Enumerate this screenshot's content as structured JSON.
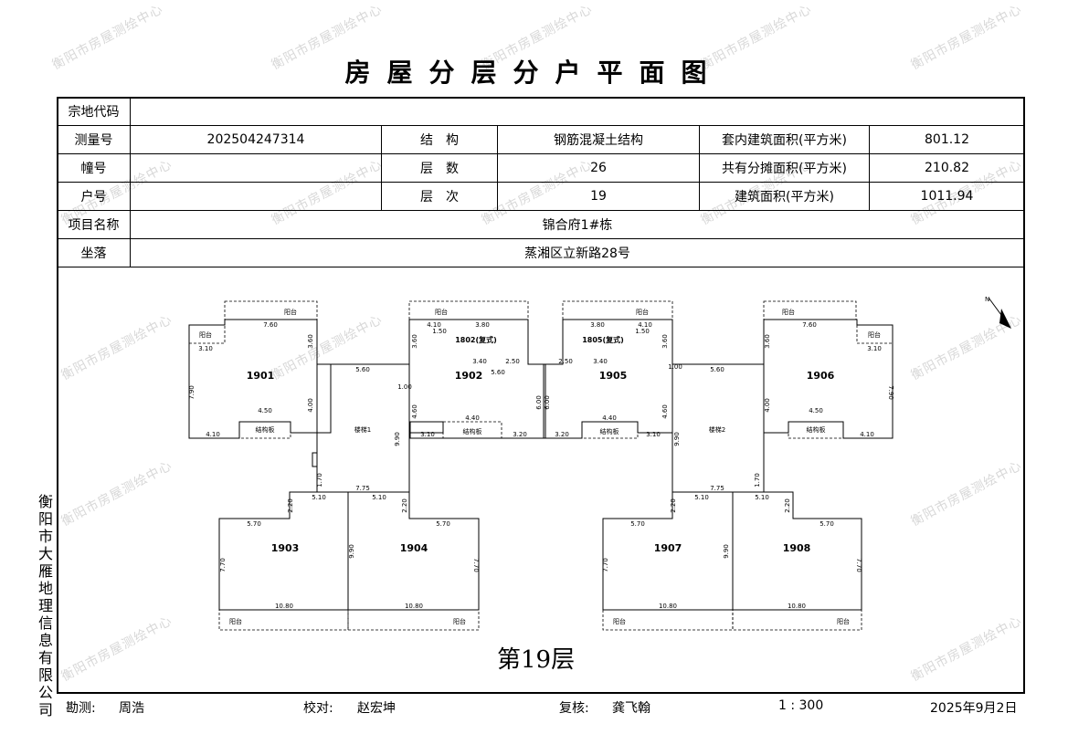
{
  "watermark": "衡阳市房屋测绘中心",
  "title": "房屋分层分户平面图",
  "info": {
    "parcel_code_label": "宗地代码",
    "parcel_code_value": "",
    "survey_no_label": "测量号",
    "survey_no_value": "202504247314",
    "structure_label": "结　构",
    "structure_value": "钢筋混凝土结构",
    "inner_area_label": "套内建筑面积(平方米)",
    "inner_area_value": "801.12",
    "building_no_label": "幢号",
    "building_no_value": "",
    "floors_label": "层　数",
    "floors_value": "26",
    "shared_area_label": "共有分摊面积(平方米)",
    "shared_area_value": "210.82",
    "unit_no_label": "户号",
    "unit_no_value": "",
    "floor_label": "层　次",
    "floor_value": "19",
    "building_area_label": "建筑面积(平方米)",
    "building_area_value": "1011.94",
    "project_label": "项目名称",
    "project_value": "锦合府1#栋",
    "location_label": "坐落",
    "location_value": "蒸湘区立新路28号"
  },
  "company": "衡阳市大雁地理信息有限公司",
  "plan": {
    "units": [
      "1901",
      "1902",
      "1903",
      "1904",
      "1905",
      "1906",
      "1907",
      "1908"
    ],
    "stair_left": "楼梯1",
    "stair_right": "楼梯2",
    "duplex_left": "1802(复式)",
    "duplex_right": "1805(复式)",
    "structure_panel": "结构板",
    "balcony": "阳台",
    "dims": {
      "d760": "7.60",
      "d310": "3.10",
      "d790": "7.90",
      "d450": "4.50",
      "d410": "4.10",
      "d560": "5.60",
      "d775": "7.75",
      "d510": "5.10",
      "d570": "5.70",
      "d770": "7.70",
      "d990": "9.90",
      "d1080": "10.80",
      "d380": "3.80",
      "d340": "3.40",
      "d440": "4.40",
      "d320": "3.20",
      "d600": "6.00",
      "d250": "2.50",
      "d150": "1.50",
      "d100": "1.00",
      "d360": "3.60",
      "d460": "4.60",
      "d400": "4.00",
      "d220": "2.20",
      "d170": "1.70"
    }
  },
  "floor_title": "第19层",
  "footer": {
    "surveyor_label": "勘测:",
    "surveyor": "周浩",
    "checker_label": "校对:",
    "checker": "赵宏坤",
    "reviewer_label": "复核:",
    "reviewer": "龚飞翰",
    "scale": "1 : 300",
    "date": "2025年9月2日"
  }
}
